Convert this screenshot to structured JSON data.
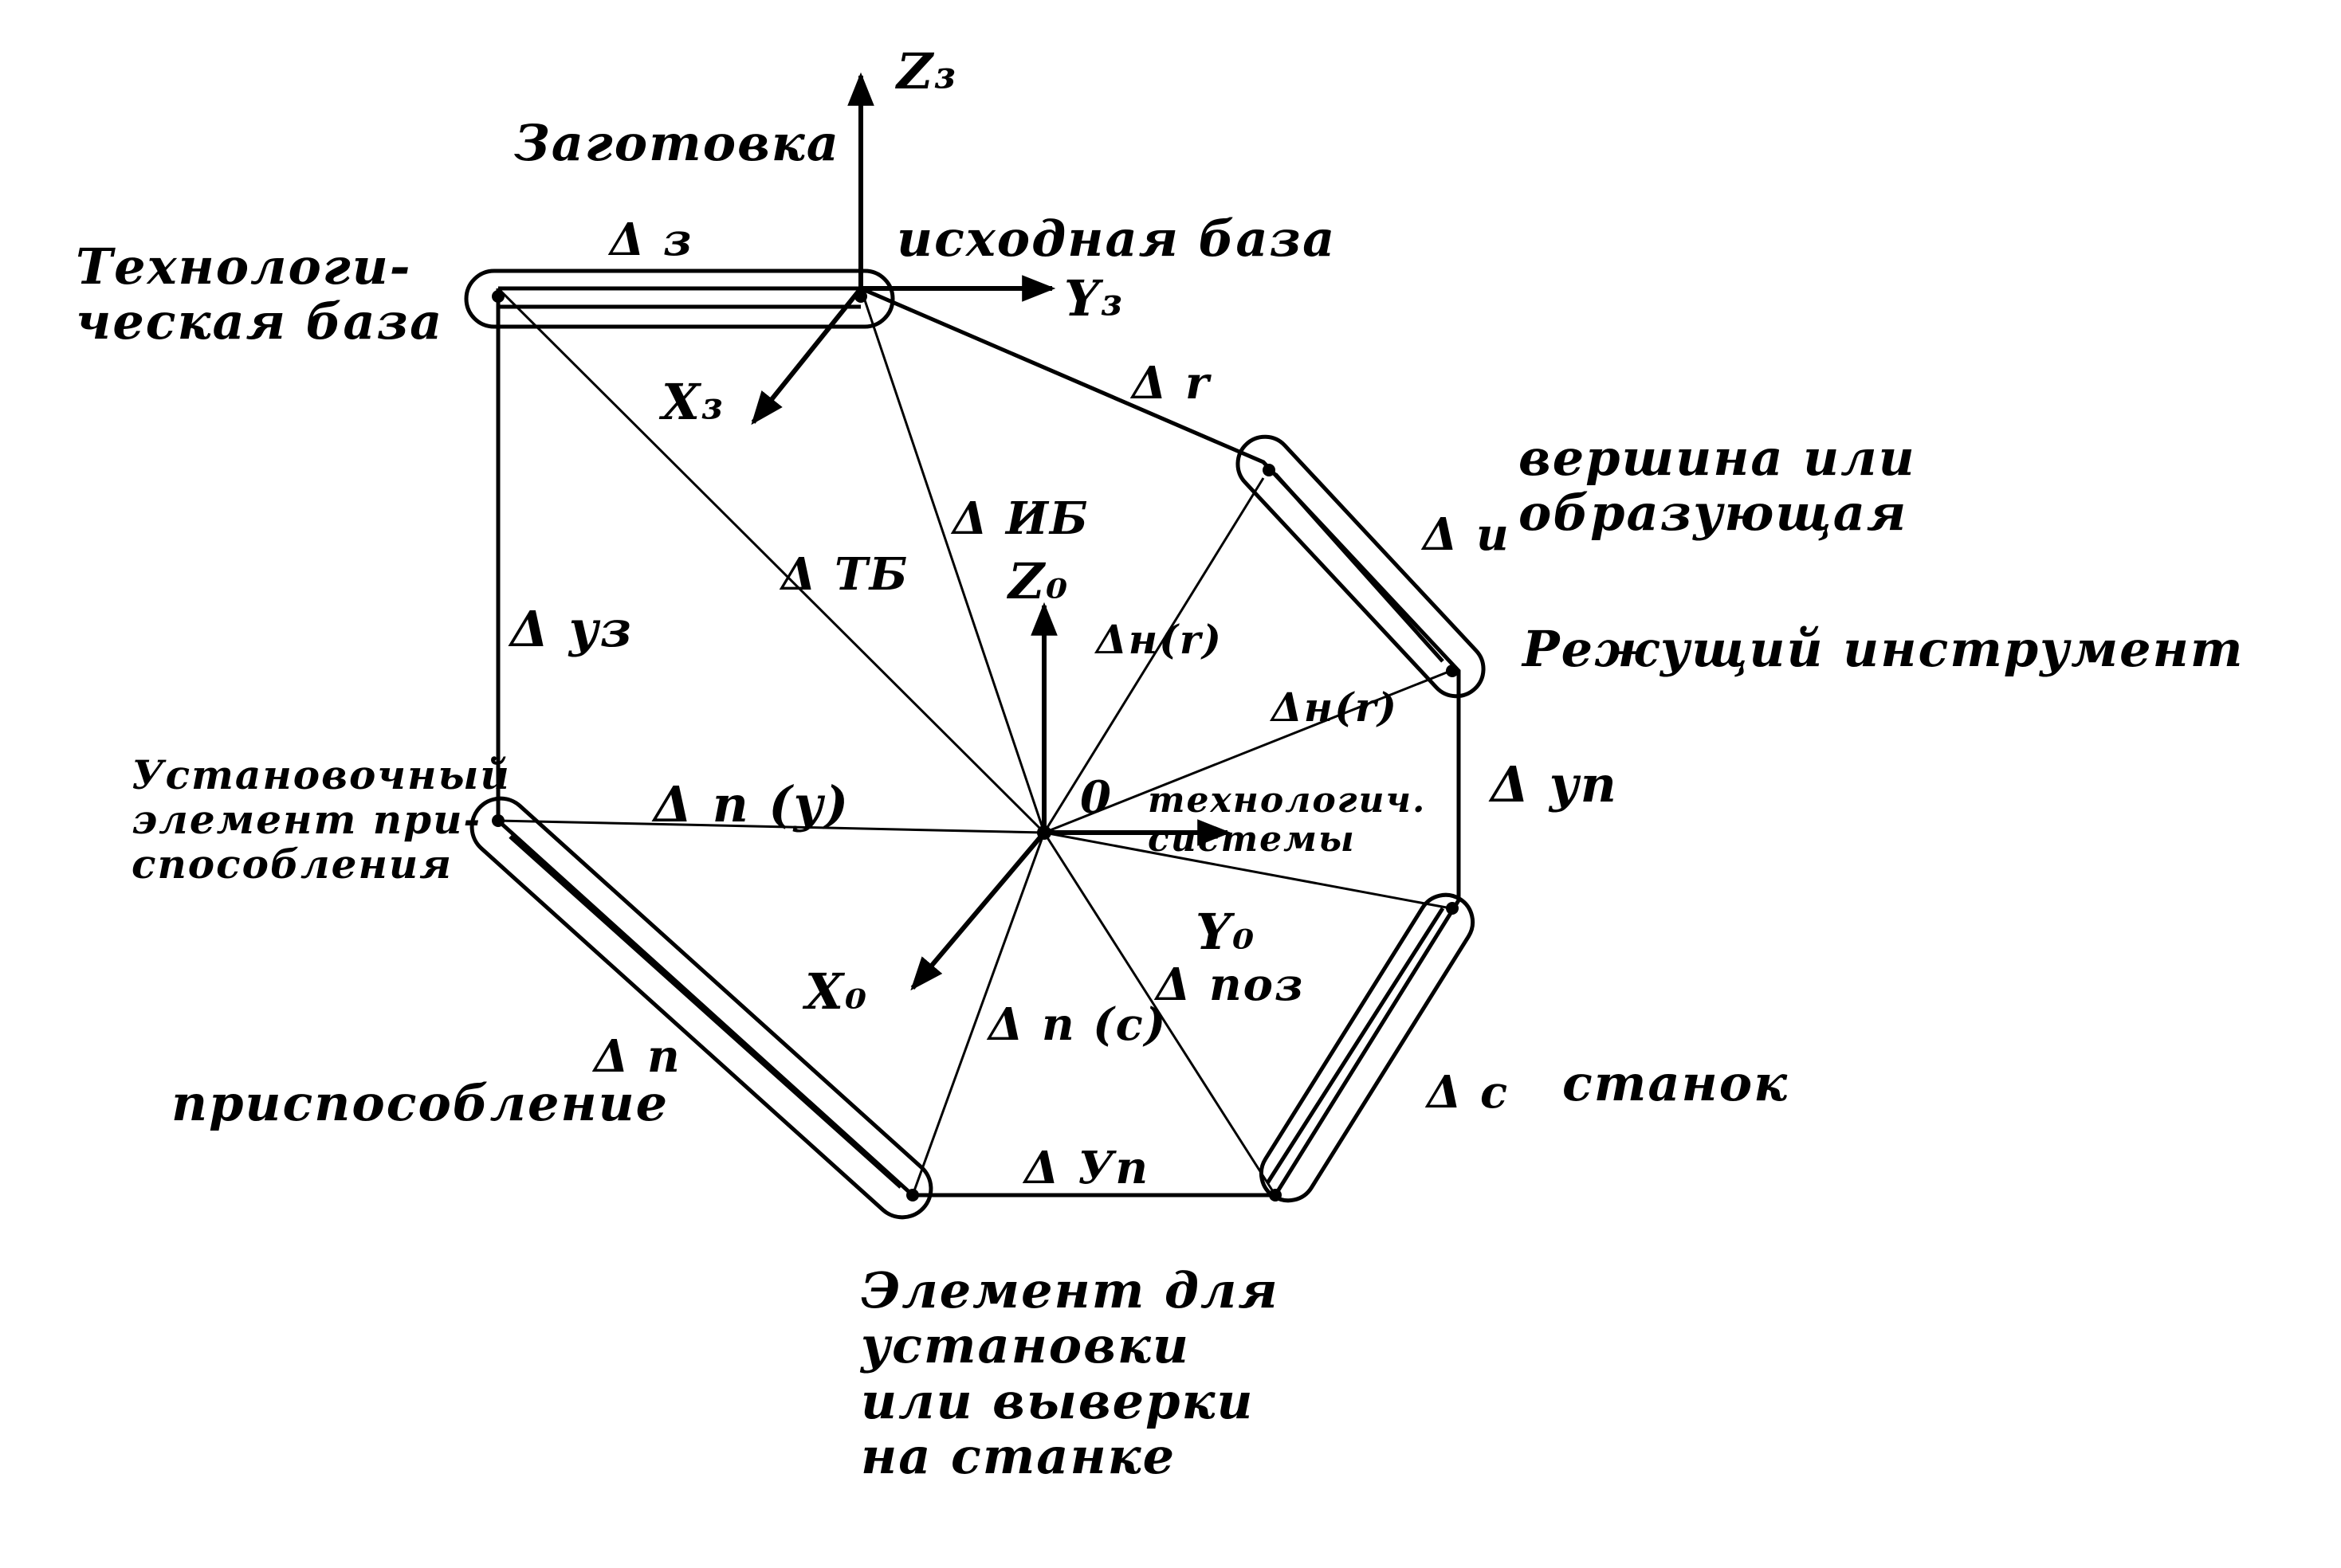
{
  "diagram": {
    "axes": {
      "workpiece_z": "Z₃",
      "workpiece_y": "Y₃",
      "workpiece_x": "X₃",
      "system_z": "Z₀",
      "system_y": "Y₀",
      "system_x": "X₀",
      "origin": "0"
    },
    "nodes": {
      "workpiece": "Заготовка",
      "initial_base": "исходная база",
      "technological_base": "Технологи-\nческая база",
      "tool_tip": "вершина или\nобразующая",
      "cutting_tool": "Режущий инструмент",
      "fixture_locating_element": "Установочный\nэлемент при-\nспособления",
      "tech_system": "технологич.\nсистемы",
      "fixture": "приспособление",
      "machine": "станок",
      "machine_setup_element": "Элемент для\nустановки\nили выверки\nна станке"
    },
    "errors": {
      "delta_z": "Δ з",
      "delta_ib": "Δ ИБ",
      "delta_tb": "Δ ТБ",
      "delta_uz": "Δ уз",
      "delta_r": "Δ r",
      "delta_i": "Δ и",
      "delta_n_tool_top": "Δн(r)",
      "delta_n_tool": "Δн(r)",
      "delta_up_right": "Δ уп",
      "delta_n_y": "Δ п (у)",
      "delta_pos": "Δ поз",
      "delta_n_c": "Δ п (с)",
      "delta_p": "Δ п",
      "delta_c": "Δ с",
      "delta_up_bottom": "Δ Уп"
    }
  }
}
